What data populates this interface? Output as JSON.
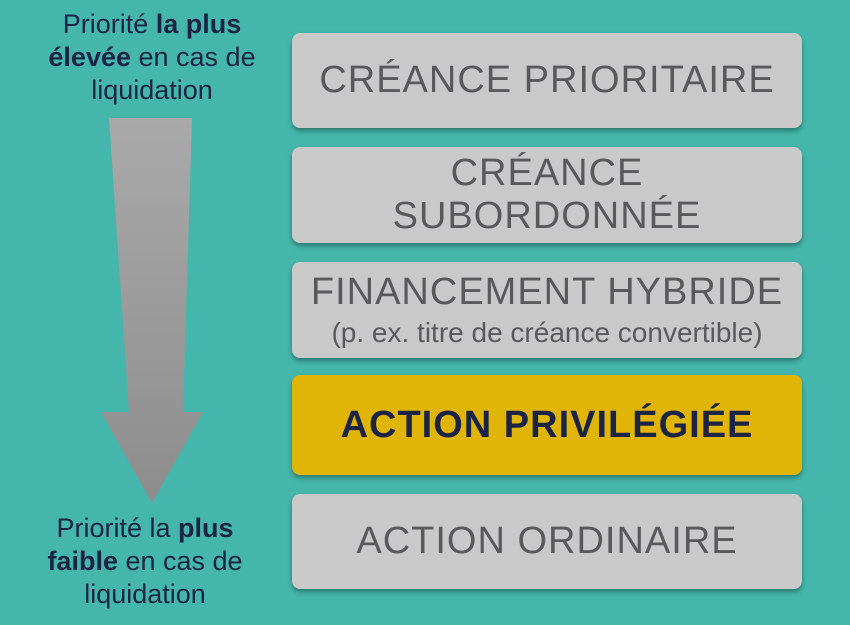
{
  "diagram": {
    "title_semantic": "Ordre de priorité des créances en cas de liquidation",
    "type": "priority-hierarchy"
  },
  "labels": {
    "top": {
      "line1_regular": "Priorité ",
      "line1_bold": "la plus",
      "line2_bold": "élevée",
      "line2_regular": " en cas de",
      "line3": "liquidation"
    },
    "bottom": {
      "line1_regular": "Priorité la ",
      "line1_bold": "plus",
      "line2_bold": "faible",
      "line2_regular": " en cas de",
      "line3": "liquidation"
    }
  },
  "arrow": {
    "direction": "down",
    "color_top": "#a9a9a9",
    "color_bottom": "#8d8d8d"
  },
  "boxes": [
    {
      "label": "CRÉANCE PRIORITAIRE",
      "type": "gray"
    },
    {
      "label": "CRÉANCE\nSUBORDONNÉE",
      "type": "gray"
    },
    {
      "label": "FINANCEMENT HYBRIDE",
      "sublabel": "(p. ex. titre de créance convertible)",
      "type": "gray"
    },
    {
      "label": "ACTION PRIVILÉGIÉE",
      "type": "highlight"
    },
    {
      "label": "ACTION ORDINAIRE",
      "type": "gray"
    }
  ],
  "colors": {
    "background_teal": "#45b6ab",
    "box_gray": "#c9c9c9",
    "box_text_gray": "#59595b",
    "highlight_gold": "#e1b507",
    "navy_text": "#1b2444",
    "arrow_gray": "#9b9b9b"
  }
}
